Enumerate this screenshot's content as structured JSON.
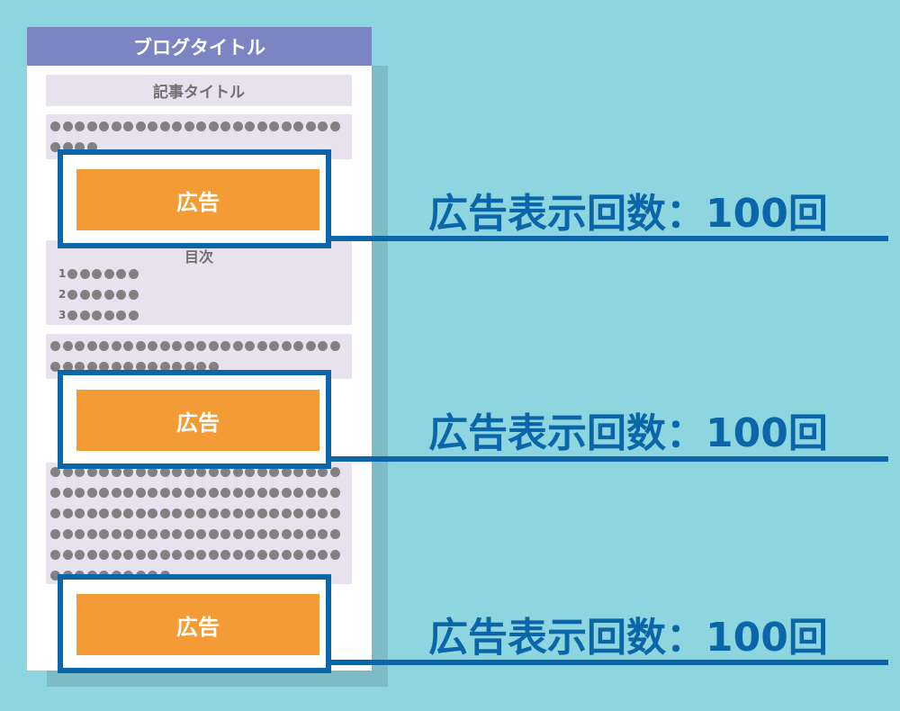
{
  "blog": {
    "title": "ブログタイトル"
  },
  "article": {
    "title": "記事タイトル",
    "toc": {
      "title": "目次",
      "items": [
        "1",
        "2",
        "3"
      ]
    }
  },
  "ads": [
    {
      "label": "広告",
      "count_label": "広告表示回数：100回"
    },
    {
      "label": "広告",
      "count_label": "広告表示回数：100回"
    },
    {
      "label": "広告",
      "count_label": "広告表示回数：100回"
    }
  ],
  "colors": {
    "background": "#8dd5df",
    "header": "#7b85c4",
    "content_block": "#e7e2ee",
    "ad": "#f39c35",
    "highlight": "#0a66a8",
    "placeholder_dot": "#818181"
  }
}
